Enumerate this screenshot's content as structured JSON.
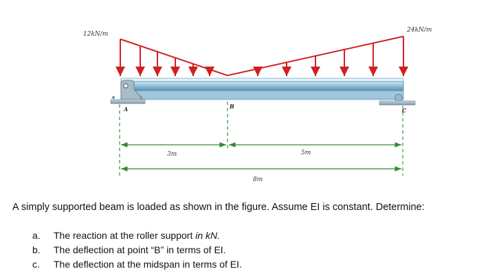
{
  "figure": {
    "loads": {
      "left_intensity": "12kN/m",
      "right_intensity": "24kN/m"
    },
    "points": {
      "a": "A",
      "b": "B",
      "c": "C"
    },
    "dimensions": {
      "ab": "3m",
      "bc": "5m",
      "ac": "8m"
    },
    "colors": {
      "load": "#d02020",
      "beam": "#7fb8d8",
      "support": "#8fa8b8",
      "dimension": "#2e8b2e"
    }
  },
  "problem": {
    "statement": "A simply supported beam is loaded as shown in the figure. Assume EI is constant. Determine:",
    "tasks": [
      {
        "marker": "a.",
        "text": "The reaction at the roller support ",
        "emph": "in kN."
      },
      {
        "marker": "b.",
        "text": "The deflection at point “B” in terms of EI.",
        "emph": ""
      },
      {
        "marker": "c.",
        "text": "The deflection at the midspan in terms of EI.",
        "emph": ""
      }
    ]
  }
}
